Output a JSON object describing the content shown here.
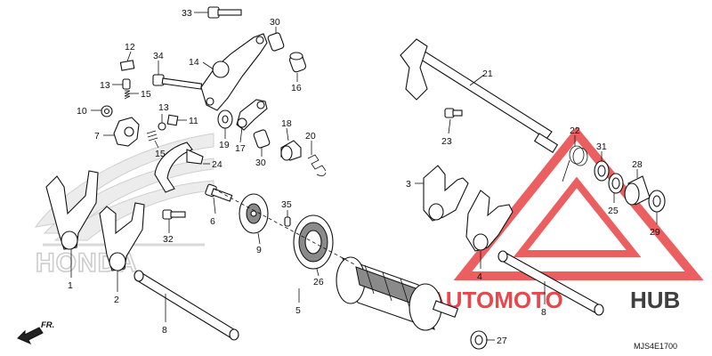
{
  "diagram": {
    "callouts": [
      {
        "id": "c1",
        "label": "1"
      },
      {
        "id": "c2",
        "label": "2"
      },
      {
        "id": "c3",
        "label": "3"
      },
      {
        "id": "c4",
        "label": "4"
      },
      {
        "id": "c5",
        "label": "5"
      },
      {
        "id": "c6",
        "label": "6"
      },
      {
        "id": "c7",
        "label": "7"
      },
      {
        "id": "c8a",
        "label": "8"
      },
      {
        "id": "c8b",
        "label": "8"
      },
      {
        "id": "c9",
        "label": "9"
      },
      {
        "id": "c10",
        "label": "10"
      },
      {
        "id": "c11",
        "label": "11"
      },
      {
        "id": "c12",
        "label": "12"
      },
      {
        "id": "c13a",
        "label": "13"
      },
      {
        "id": "c13b",
        "label": "13"
      },
      {
        "id": "c14",
        "label": "14"
      },
      {
        "id": "c15a",
        "label": "15"
      },
      {
        "id": "c15b",
        "label": "15"
      },
      {
        "id": "c16",
        "label": "16"
      },
      {
        "id": "c17",
        "label": "17"
      },
      {
        "id": "c18",
        "label": "18"
      },
      {
        "id": "c19",
        "label": "19"
      },
      {
        "id": "c20",
        "label": "20"
      },
      {
        "id": "c21",
        "label": "21"
      },
      {
        "id": "c22",
        "label": "22"
      },
      {
        "id": "c23",
        "label": "23"
      },
      {
        "id": "c24",
        "label": "24"
      },
      {
        "id": "c25",
        "label": "25"
      },
      {
        "id": "c26",
        "label": "26"
      },
      {
        "id": "c27",
        "label": "27"
      },
      {
        "id": "c28",
        "label": "28"
      },
      {
        "id": "c29",
        "label": "29"
      },
      {
        "id": "c30a",
        "label": "30"
      },
      {
        "id": "c30b",
        "label": "30"
      },
      {
        "id": "c31",
        "label": "31"
      },
      {
        "id": "c32",
        "label": "32"
      },
      {
        "id": "c33",
        "label": "33"
      },
      {
        "id": "c34",
        "label": "34"
      },
      {
        "id": "c35",
        "label": "35"
      }
    ],
    "direction_label": "FR.",
    "diagram_code": "MJS4E1700"
  },
  "background_logo": "HONDA",
  "watermark": {
    "part1": "AUTOMOTO",
    "part2": "HUB",
    "color_red": "#e5292c",
    "color_dark": "#2b2b2b"
  }
}
